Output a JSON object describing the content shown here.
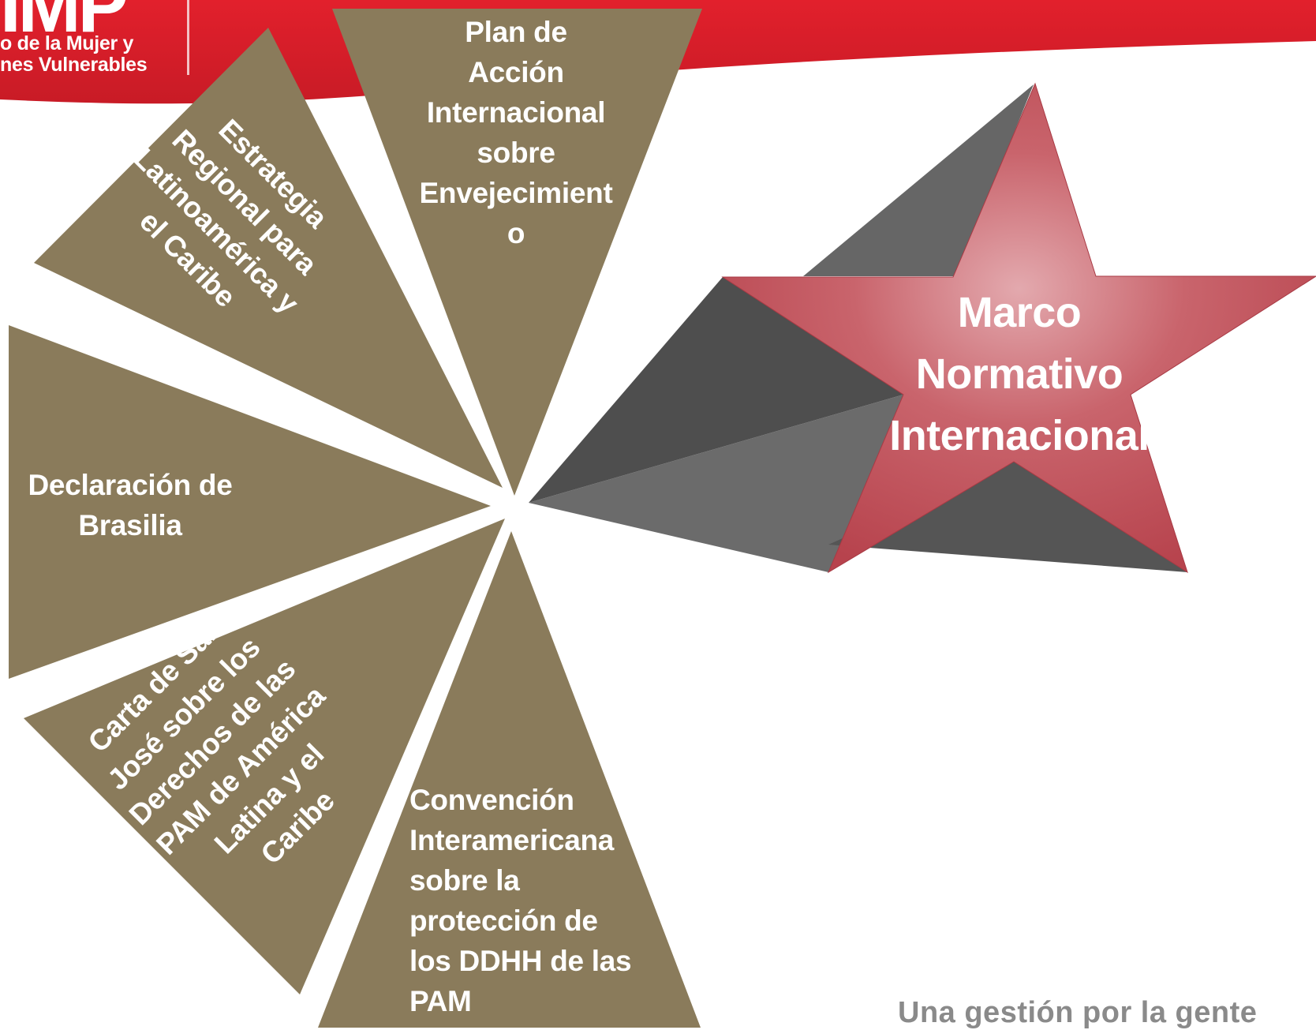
{
  "header": {
    "logo_mark": "IMP",
    "logo_line1": "o de la Mujer y",
    "logo_line2": "nes Vulnerables"
  },
  "colors": {
    "header_red": "#d81e2a",
    "segment_fill": "#8a7b5b",
    "star_red": "#c0505a",
    "arrow_dark": "#4e4e4e",
    "arrow_light": "#6b6b6b",
    "tagline_grey": "#8a8a8a"
  },
  "segments": {
    "plan": [
      "Plan de",
      "Acción",
      "Internacional",
      "sobre",
      "Envejecimient",
      "o"
    ],
    "estrategia": [
      "Estrategia",
      "Regional para",
      "Latinoamérica y",
      "el Caribe"
    ],
    "declaracion": [
      "Declaración de",
      "Brasilia"
    ],
    "carta": [
      "Carta de San",
      "José sobre los",
      "Derechos de las",
      "PAM de América",
      "Latina y el",
      "Caribe"
    ],
    "convencion": [
      "Convención",
      "Interamericana",
      "sobre la",
      "protección de",
      "los DDHH de las",
      "PAM"
    ]
  },
  "star": {
    "lines": [
      "Marco",
      "Normativo",
      "Internacional"
    ]
  },
  "footer": {
    "tagline": "Una gestión por la gente"
  }
}
